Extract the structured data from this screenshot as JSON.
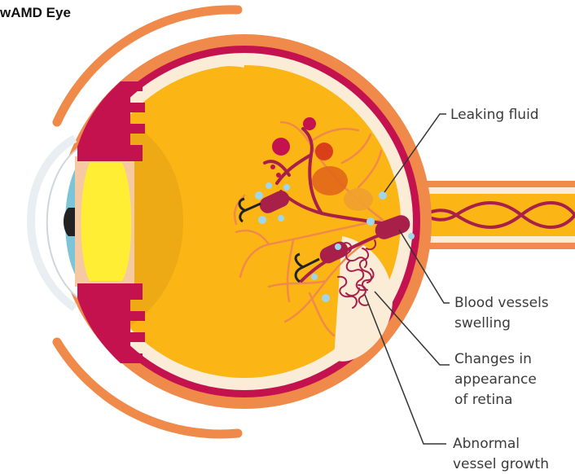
{
  "title": "wAMD Eye",
  "labels": {
    "leaking_fluid": "Leaking fluid",
    "blood_vessels_1": "Blood vessels",
    "blood_vessels_2": "swelling",
    "changes_1": "Changes in",
    "changes_2": "appearance",
    "changes_3": "of retina",
    "abnormal_1": "Abnormal",
    "abnormal_2": "vessel growth"
  },
  "colors": {
    "sclera": "#f08a4b",
    "choroid": "#c4124f",
    "retina_cream": "#faecd6",
    "vitreous": "#fbb515",
    "lens": "#ffee33",
    "iris_blue": "#7cc5d8",
    "vessel": "#a8204a",
    "fluid_dot": "#9fd6ec",
    "leader_line": "#333333"
  }
}
